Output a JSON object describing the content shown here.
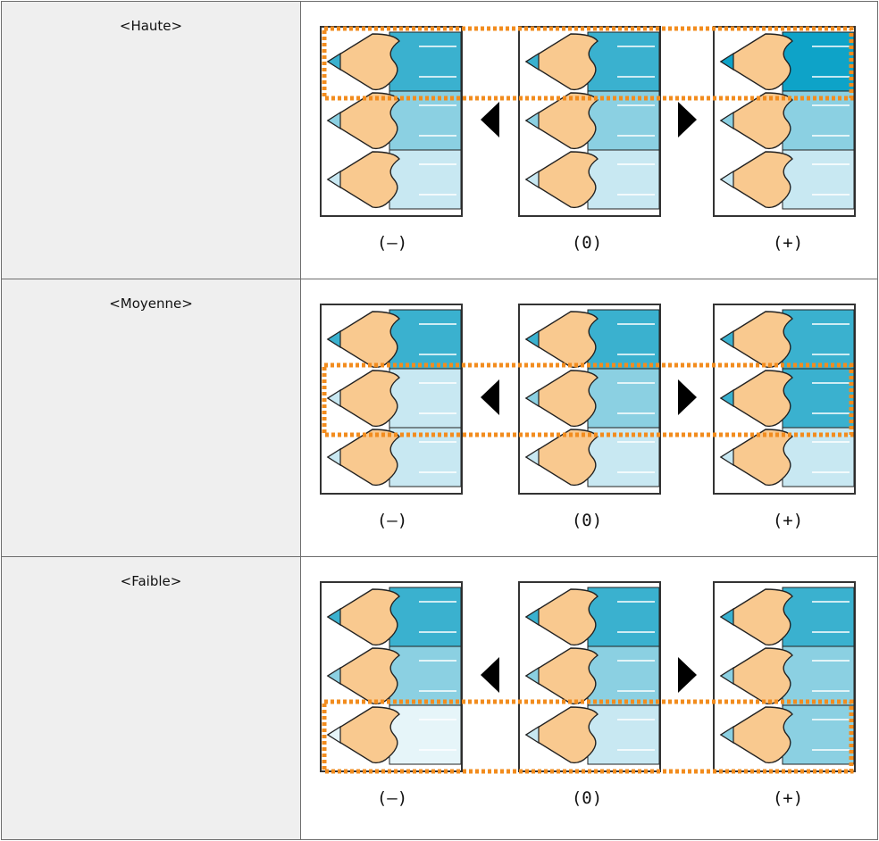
{
  "rows": [
    {
      "label": "<Haute>",
      "highlight_row": 1
    },
    {
      "label": "<Moyenne>",
      "highlight_row": 2
    },
    {
      "label": "<Faible>",
      "highlight_row": 3
    }
  ],
  "captions": {
    "minus": "(–)",
    "zero": "(0)",
    "plus": "(+)"
  },
  "colors": {
    "dark": "#3ab1cf",
    "medium": "#8bd0e2",
    "light": "#c8e8f2",
    "very_light": "#e6f5f9",
    "darkest": "#0ea3c8",
    "wood": "#f9c98f",
    "highlight": "#f28c1e"
  }
}
